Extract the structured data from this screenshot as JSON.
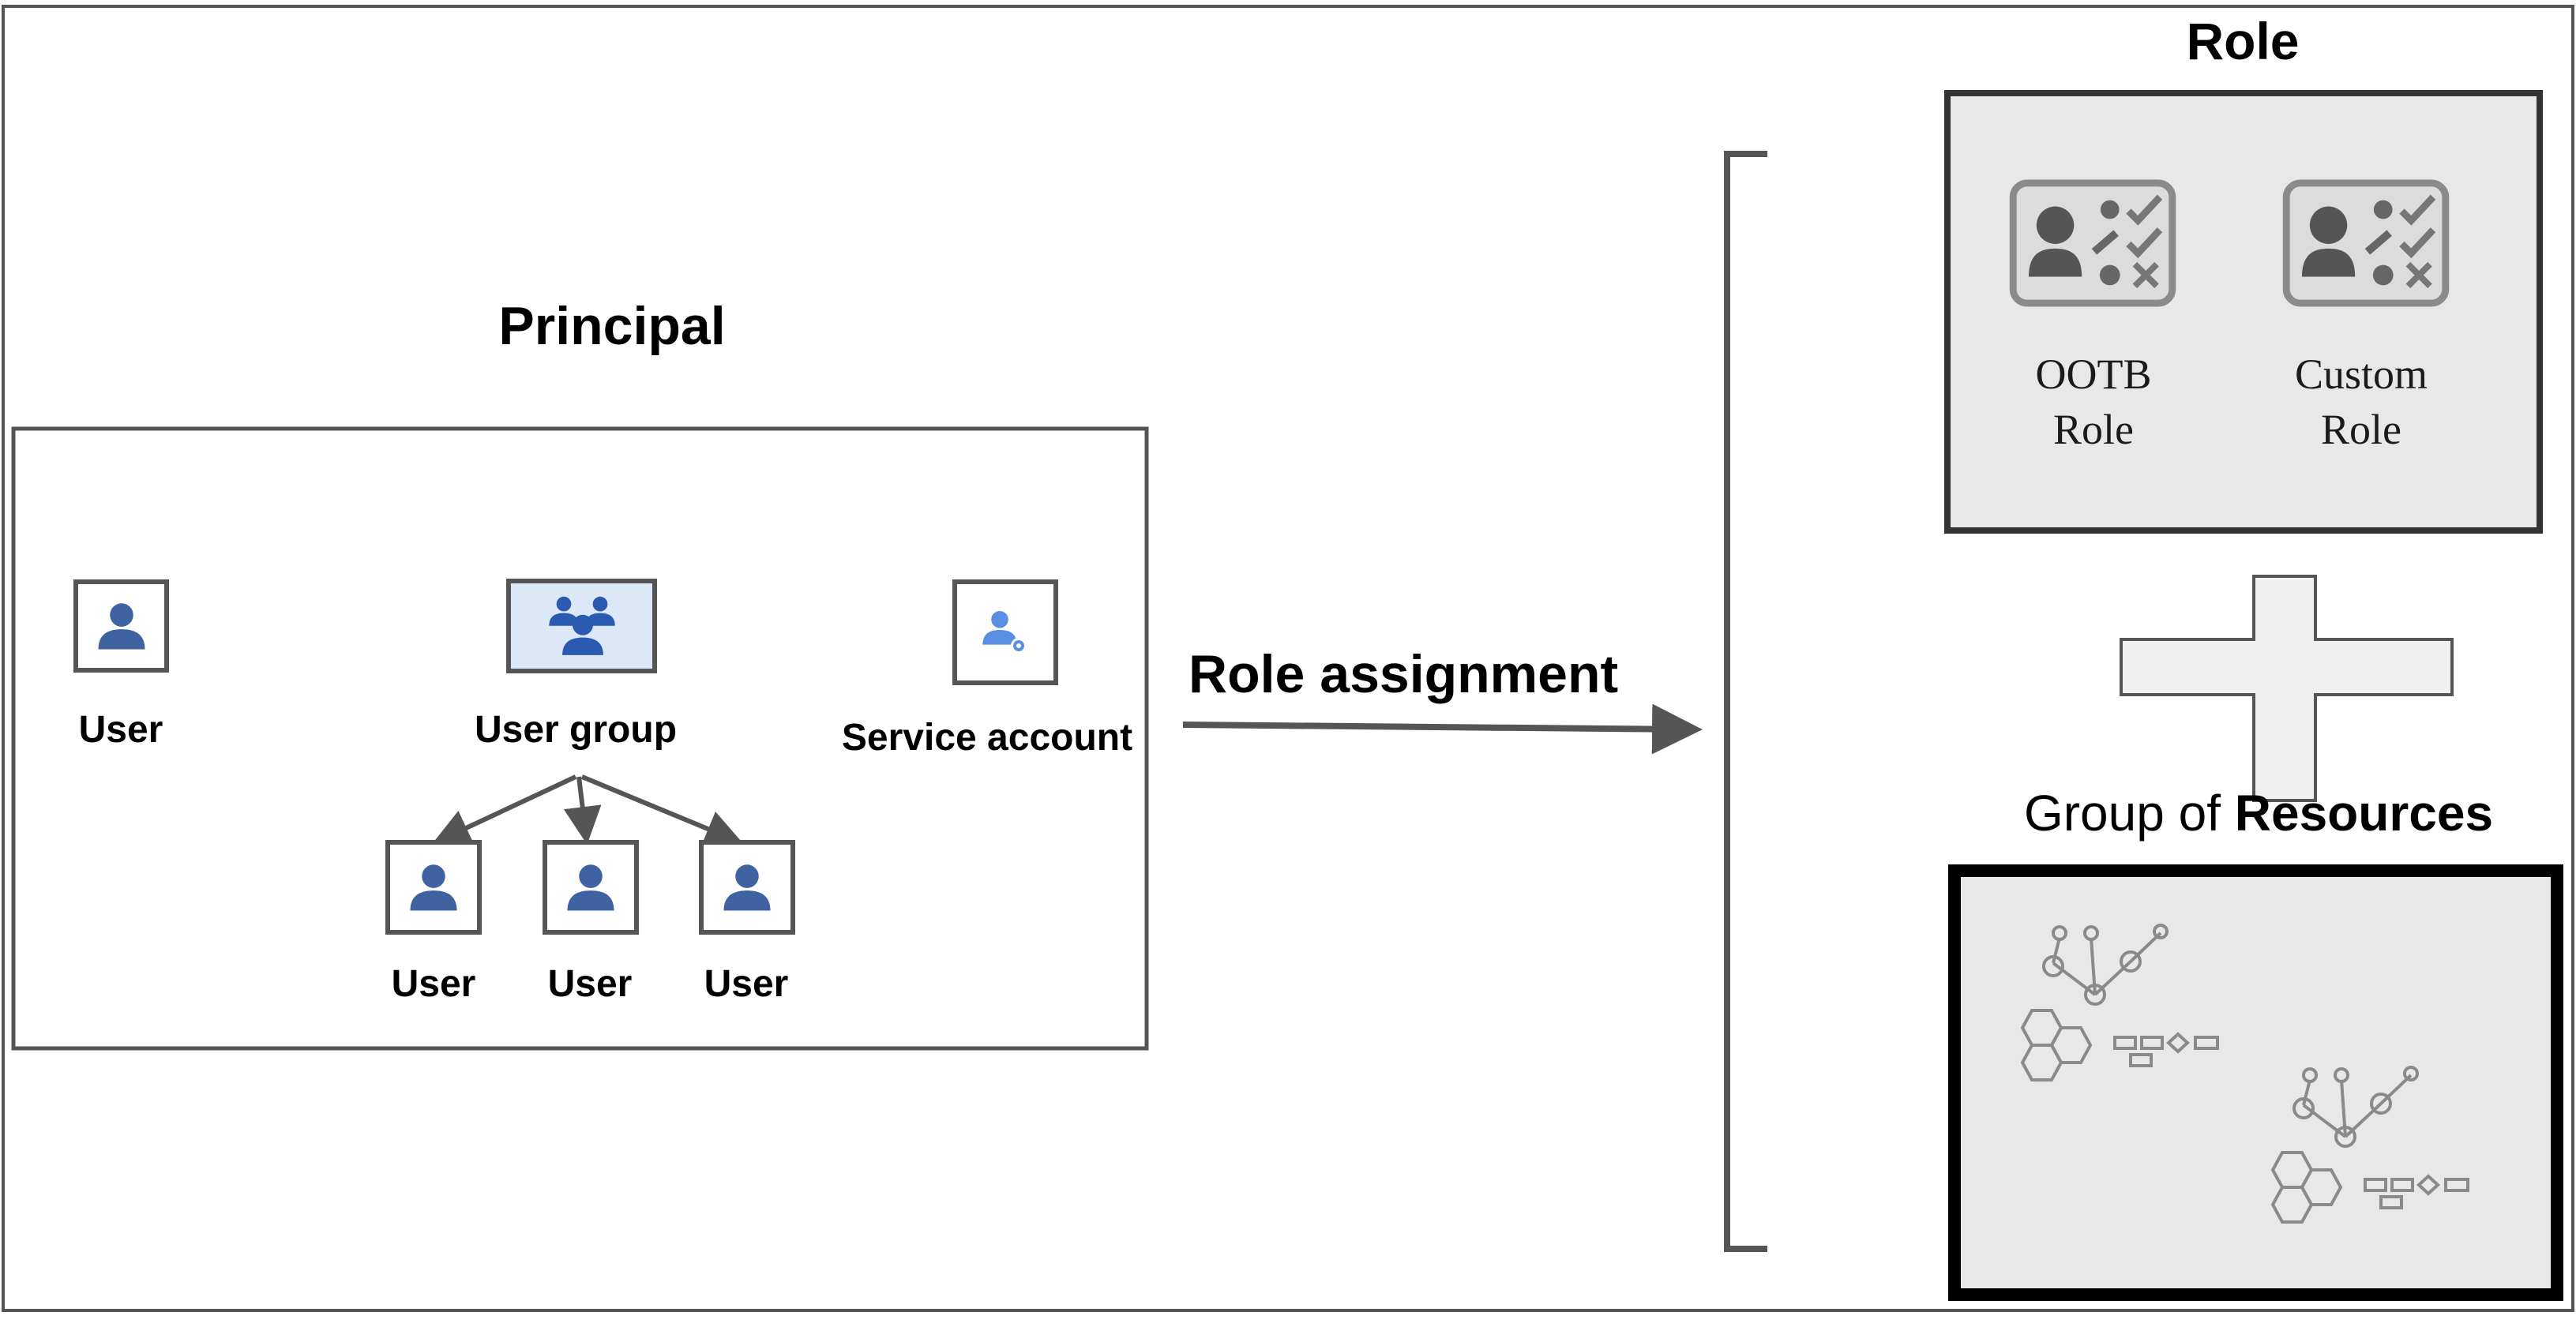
{
  "principal": {
    "title": "Principal",
    "user_label": "User",
    "user_group_label": "User group",
    "service_account_label": "Service account",
    "members": [
      {
        "label": "User"
      },
      {
        "label": "User"
      },
      {
        "label": "User"
      }
    ]
  },
  "role_assignment": {
    "label": "Role assignment"
  },
  "role": {
    "title": "Role",
    "ootb": {
      "line1": "OOTB",
      "line2": "Role"
    },
    "custom": {
      "line1": "Custom",
      "line2": "Role"
    }
  },
  "resources": {
    "title_prefix": "Group of ",
    "title_bold": "Resources"
  },
  "colors": {
    "user_icon": "#3f63a0",
    "group_icon_bg": "#dce8f8",
    "group_icon": "#2a5bb0",
    "service_icon": "#5a8ee0",
    "border": "#555555",
    "panel_bg": "#e8e8e8",
    "sketch": "#8a8a8a"
  },
  "icons": {
    "user": "user-icon",
    "user_group": "user-group-icon",
    "service_account": "service-account-icon",
    "role": "role-card-icon",
    "plus": "plus-icon",
    "resources": "network-graph-icon"
  }
}
